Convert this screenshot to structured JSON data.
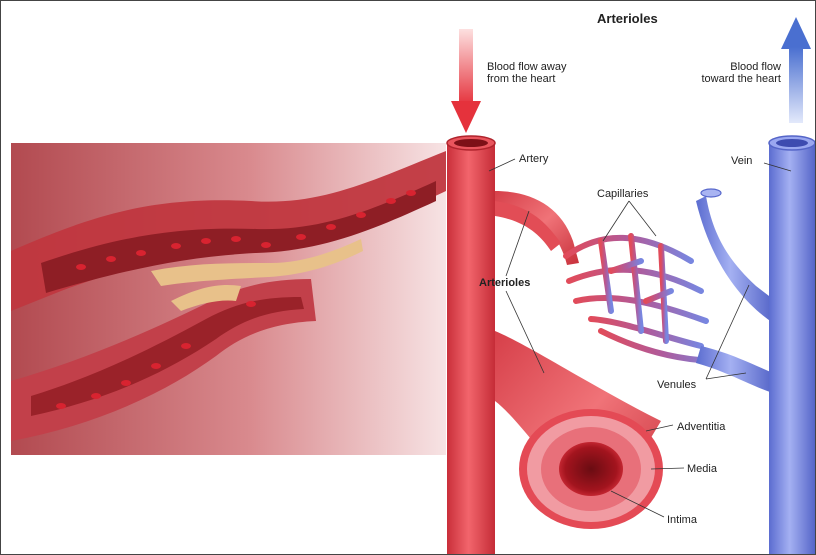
{
  "title": "Arterioles",
  "flow_away": [
    "Blood flow away",
    "from the heart"
  ],
  "flow_toward": [
    "Blood flow",
    "toward the heart"
  ],
  "labels": {
    "artery": "Artery",
    "vein": "Vein",
    "capillaries": "Capillaries",
    "arterioles": "Arterioles",
    "venules": "Venules",
    "adventitia": "Adventitia",
    "media": "Media",
    "intima": "Intima"
  },
  "colors": {
    "artery": "#e8474f",
    "vein": "#7f8ee6",
    "down_arrow": "#e5323c",
    "up_arrow": "#4a6fd0"
  }
}
